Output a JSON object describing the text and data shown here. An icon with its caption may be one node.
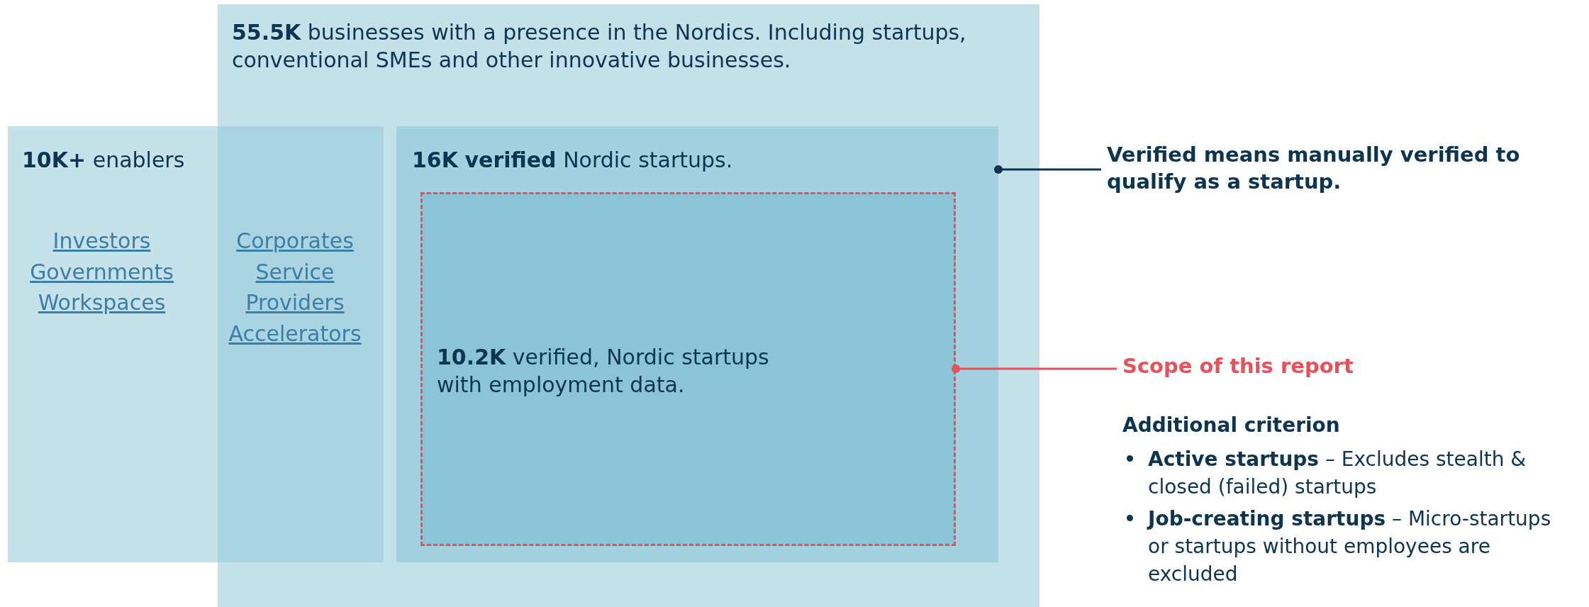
{
  "diagram": {
    "nodes": [
      {
        "text": [
          "**55.5K** businesses with a presence in the Nordics. Including startups, conventional SMEs and other innovative businesses."
        ]
      },
      {
        "text": [
          "**10K+** enablers",
          "Investors Governments Workspaces",
          "Corporates Service Providers Accelerators"
        ]
      },
      {
        "text": [
          "**16K** **verified** Nordic startups."
        ],
        "in": 0
      },
      {
        "text": [
          "**10.2K** verified, Nordic startups with employment data."
        ],
        "in": 2
      },
      {
        "text": [
          "Verified means manually verified to qualify as a startup."
        ]
      },
      {
        "text": [
          "Scope of this report"
        ]
      }
    ],
    "edges": [
      {
        "from": 4,
        "to": 2,
        "arrow": "other"
      },
      {
        "from": 5,
        "to": 3,
        "arrow": "other",
        "color": "#e8505b"
      }
    ],
    "labels": [
      "Additional criterion",
      "**Active startups** – Excludes stealth & closed (failed) startups",
      "**Job-creating startups** – Micro-startups or startups without employees are excluded"
    ]
  }
}
